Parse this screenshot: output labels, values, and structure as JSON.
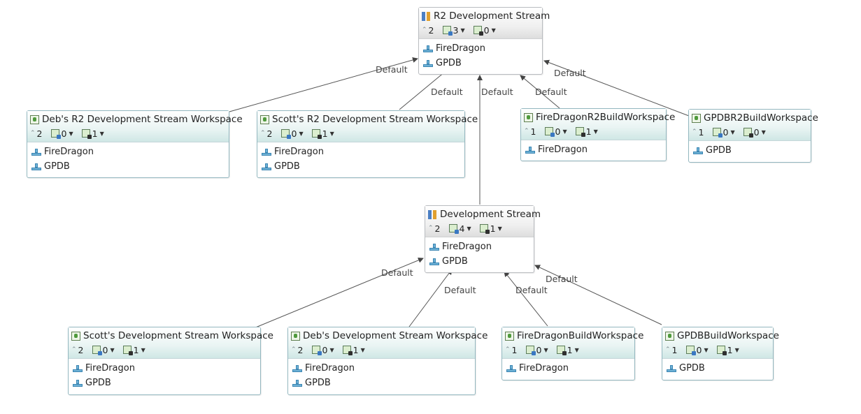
{
  "diagram": {
    "nodes": [
      {
        "id": "r2",
        "kind": "stream",
        "title": "R2 Development Stream",
        "counts": [
          "2",
          "3",
          "0"
        ],
        "components": [
          "FireDragon",
          "GPDB"
        ]
      },
      {
        "id": "deb_r2",
        "kind": "workspace",
        "title": "Deb's R2 Development Stream Workspace",
        "counts": [
          "2",
          "0",
          "1"
        ],
        "components": [
          "FireDragon",
          "GPDB"
        ]
      },
      {
        "id": "scott_r2",
        "kind": "workspace",
        "title": "Scott's R2 Development Stream Workspace",
        "counts": [
          "2",
          "0",
          "1"
        ],
        "components": [
          "FireDragon",
          "GPDB"
        ]
      },
      {
        "id": "fd_r2_build",
        "kind": "workspace",
        "title": "FireDragonR2BuildWorkspace",
        "counts": [
          "1",
          "0",
          "1"
        ],
        "components": [
          "FireDragon"
        ]
      },
      {
        "id": "gpdb_r2_build",
        "kind": "workspace",
        "title": "GPDBR2BuildWorkspace",
        "counts": [
          "1",
          "0",
          "0"
        ],
        "components": [
          "GPDB"
        ]
      },
      {
        "id": "dev",
        "kind": "stream",
        "title": "Development Stream",
        "counts": [
          "2",
          "4",
          "1"
        ],
        "components": [
          "FireDragon",
          "GPDB"
        ]
      },
      {
        "id": "scott_dev",
        "kind": "workspace",
        "title": "Scott's Development Stream Workspace",
        "counts": [
          "2",
          "0",
          "1"
        ],
        "components": [
          "FireDragon",
          "GPDB"
        ]
      },
      {
        "id": "deb_dev",
        "kind": "workspace",
        "title": "Deb's Development Stream Workspace",
        "counts": [
          "2",
          "0",
          "1"
        ],
        "components": [
          "FireDragon",
          "GPDB"
        ]
      },
      {
        "id": "fd_build",
        "kind": "workspace",
        "title": "FireDragonBuildWorkspace",
        "counts": [
          "1",
          "0",
          "1"
        ],
        "components": [
          "FireDragon"
        ]
      },
      {
        "id": "gpdb_build",
        "kind": "workspace",
        "title": "GPDBBuildWorkspace",
        "counts": [
          "1",
          "0",
          "1"
        ],
        "components": [
          "GPDB"
        ]
      }
    ],
    "edges": [
      {
        "from": "deb_r2",
        "to": "r2",
        "label": "Default"
      },
      {
        "from": "scott_r2",
        "to": "r2",
        "label": "Default"
      },
      {
        "from": "dev",
        "to": "r2",
        "label": "Default"
      },
      {
        "from": "fd_r2_build",
        "to": "r2",
        "label": "Default"
      },
      {
        "from": "gpdb_r2_build",
        "to": "r2",
        "label": "Default"
      },
      {
        "from": "scott_dev",
        "to": "dev",
        "label": "Default"
      },
      {
        "from": "deb_dev",
        "to": "dev",
        "label": "Default"
      },
      {
        "from": "fd_build",
        "to": "dev",
        "label": "Default"
      },
      {
        "from": "gpdb_build",
        "to": "dev",
        "label": "Default"
      }
    ]
  }
}
